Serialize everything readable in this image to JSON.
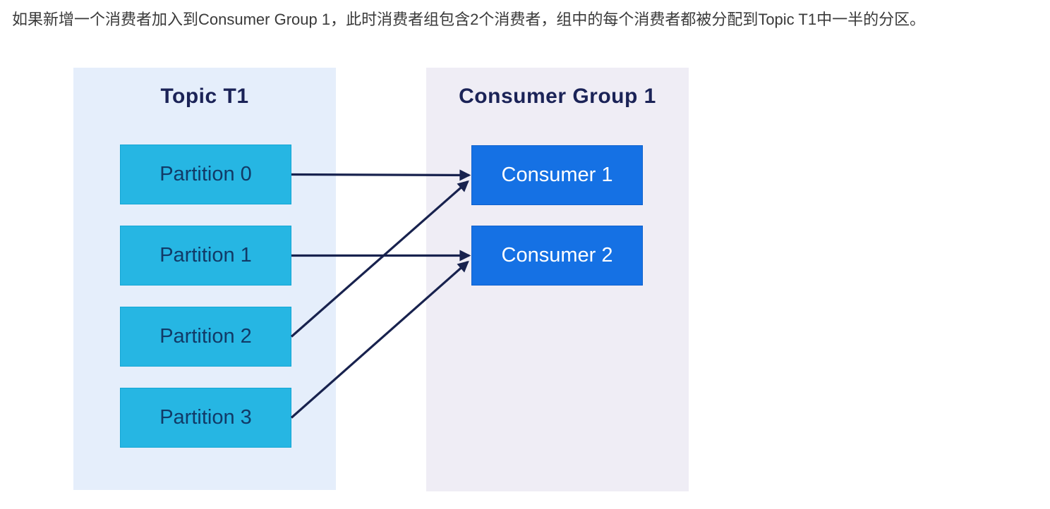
{
  "description": "如果新增一个消费者加入到Consumer Group 1，此时消费者组包含2个消费者，组中的每个消费者都被分配到Topic T1中一半的分区。",
  "diagram": {
    "topic_panel": {
      "title": "Topic T1",
      "partitions": [
        "Partition 0",
        "Partition 1",
        "Partition 2",
        "Partition 3"
      ]
    },
    "consumer_panel": {
      "title": "Consumer Group 1",
      "consumers": [
        "Consumer 1",
        "Consumer 2"
      ]
    },
    "connections": [
      {
        "from": "Partition 0",
        "to": "Consumer 1"
      },
      {
        "from": "Partition 1",
        "to": "Consumer 2"
      },
      {
        "from": "Partition 2",
        "to": "Consumer 1"
      },
      {
        "from": "Partition 3",
        "to": "Consumer 2"
      }
    ],
    "colors": {
      "topic_panel_bg": "#e5eefb",
      "consumer_panel_bg": "#efedf5",
      "partition_box": "#26b6e3",
      "partition_box_border": "#14a6d4",
      "consumer_box": "#1571e4",
      "consumer_box_border": "#0e60cd",
      "arrow": "#18224e",
      "heading_text": "#1b2357",
      "partition_text": "#113a67",
      "consumer_text": "#ffffff",
      "description_text": "#3a3a3a",
      "page_bg": "#ffffff"
    }
  }
}
